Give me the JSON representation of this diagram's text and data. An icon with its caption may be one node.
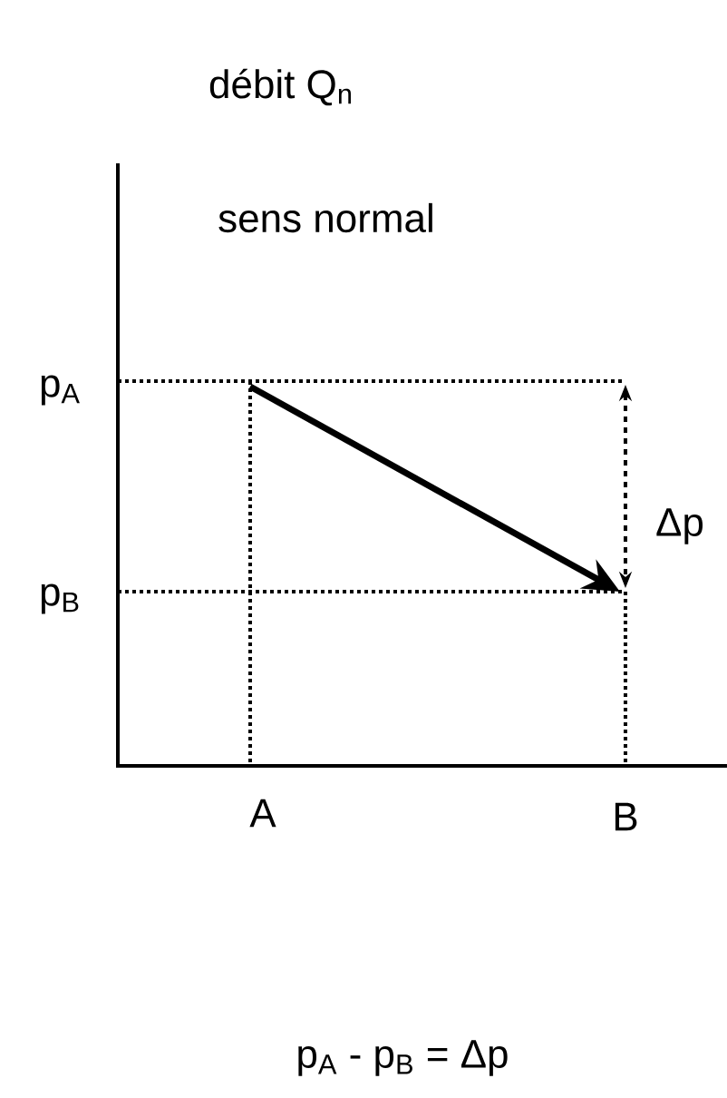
{
  "diagram": {
    "title": "débit Q$_{n}$",
    "caption": "p$_{A}$ - p$_{B}$ = Δp",
    "labels": [
      "sens normal",
      "p$_{A}$",
      "p$_{B}$",
      "Δp",
      "A",
      "B"
    ]
  }
}
